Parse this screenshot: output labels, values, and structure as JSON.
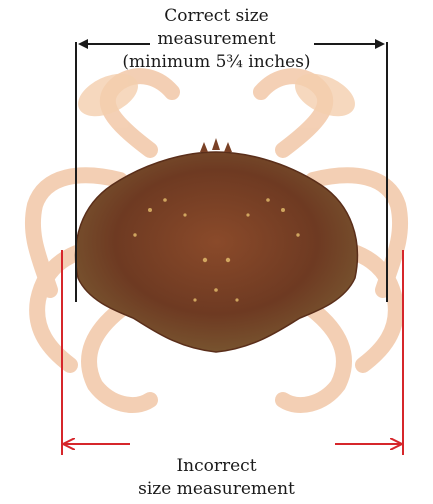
{
  "correct_caption": {
    "line1": "Correct size",
    "line2": "measurement",
    "line3": "(minimum 5¾ inches)"
  },
  "incorrect_caption": {
    "line1": "Incorrect",
    "line2": "size measurement"
  },
  "colors": {
    "correct_line": "#1a1a1a",
    "incorrect_line": "#d6262b",
    "shell": "#6e3a22",
    "legs_faded": "#f2c6a0"
  },
  "icons": {
    "correct_arrows": "double-headed-arrow",
    "incorrect_arrows": "double-headed-arrow",
    "crab": "dungeness-crab-illustration"
  }
}
